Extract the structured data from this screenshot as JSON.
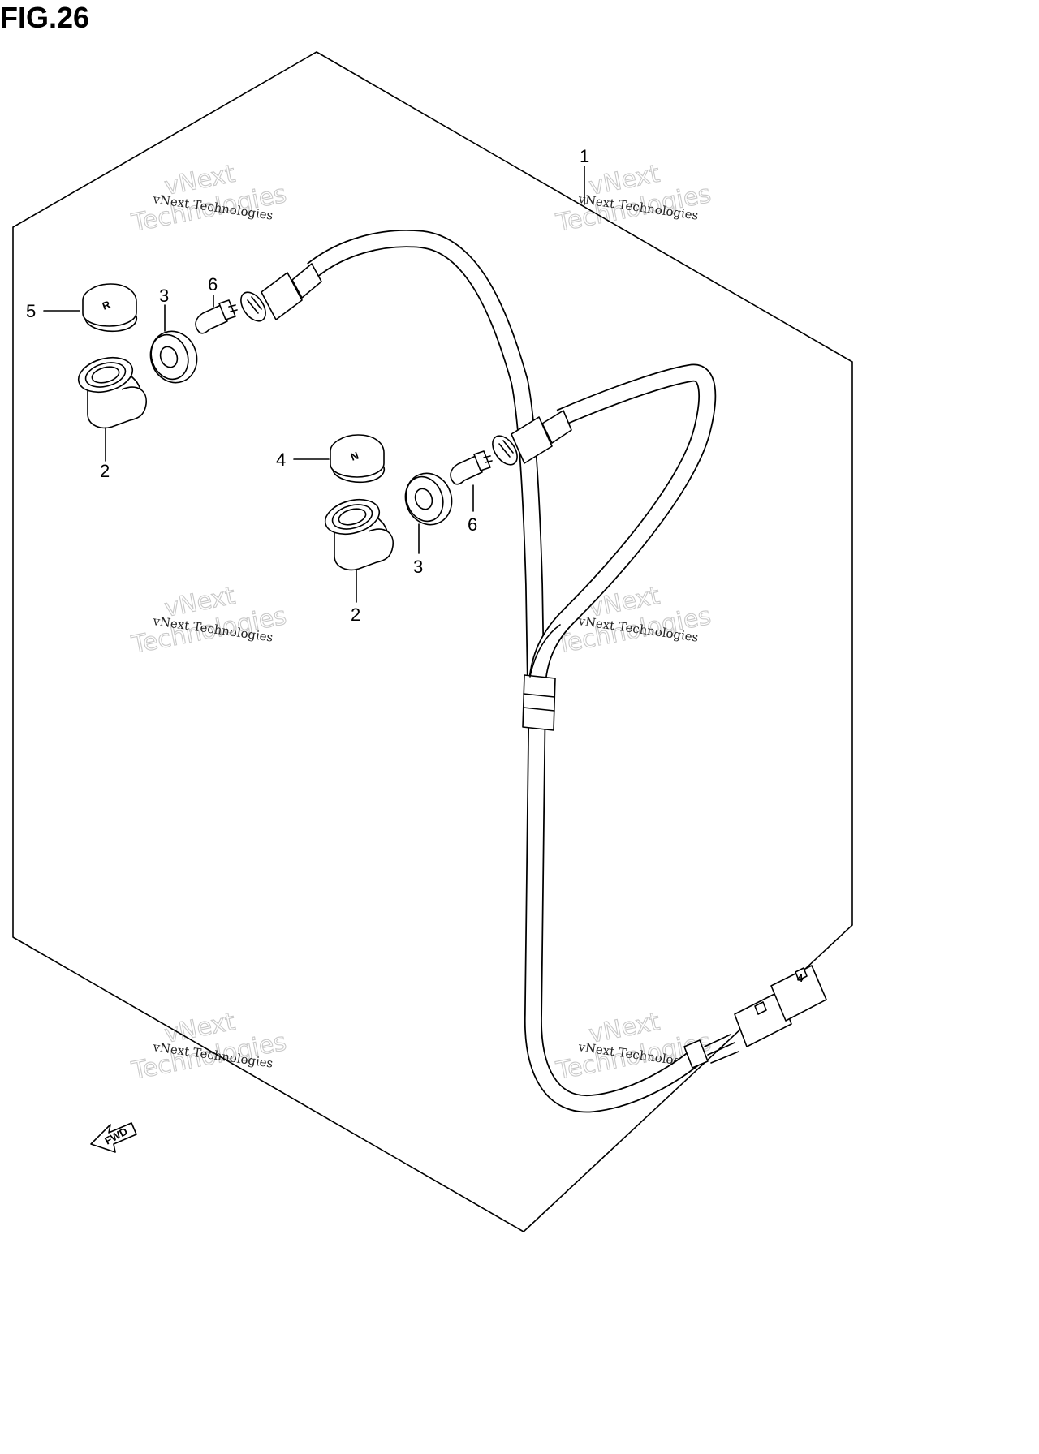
{
  "figure": {
    "title": "FIG.26"
  },
  "callouts": [
    {
      "id": "c1",
      "label": "1"
    },
    {
      "id": "c5",
      "label": "5"
    },
    {
      "id": "c3a",
      "label": "3"
    },
    {
      "id": "c6a",
      "label": "6"
    },
    {
      "id": "c2a",
      "label": "2"
    },
    {
      "id": "c4",
      "label": "4"
    },
    {
      "id": "c6b",
      "label": "6"
    },
    {
      "id": "c3b",
      "label": "3"
    },
    {
      "id": "c2b",
      "label": "2"
    }
  ],
  "watermark": {
    "line_small": "vNext Technologies",
    "line_big_1": "vNext",
    "line_big_2": "Technologies"
  },
  "fwd_arrow": {
    "label": "FWD"
  },
  "caps": {
    "cap5_mark": "R",
    "cap4_mark": "N"
  },
  "connector": {
    "mark": "4"
  }
}
